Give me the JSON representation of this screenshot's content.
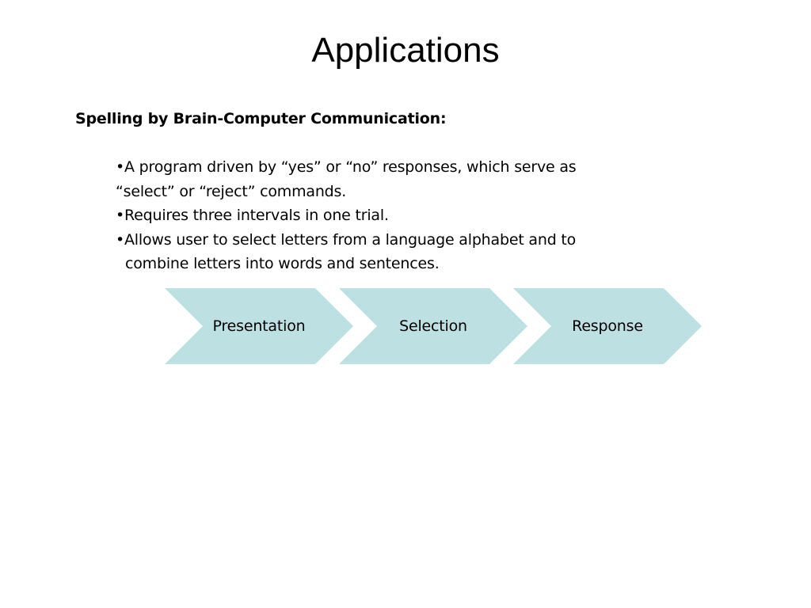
{
  "slide": {
    "title": "Applications",
    "heading": "Spelling by Brain-Computer Communication:",
    "bullets": [
      {
        "lines": [
          "•A program driven by “yes” or “no” responses, which serve as",
          "“select” or “reject” commands."
        ]
      },
      {
        "lines": [
          "•Requires three intervals in one trial."
        ]
      },
      {
        "lines": [
          "•Allows user to select letters from a language alphabet and to",
          "combine letters into words and sentences."
        ]
      }
    ],
    "process": {
      "color": "#bde0e3",
      "steps": [
        {
          "label": "Presentation"
        },
        {
          "label": "Selection"
        },
        {
          "label": "Response"
        }
      ]
    }
  }
}
